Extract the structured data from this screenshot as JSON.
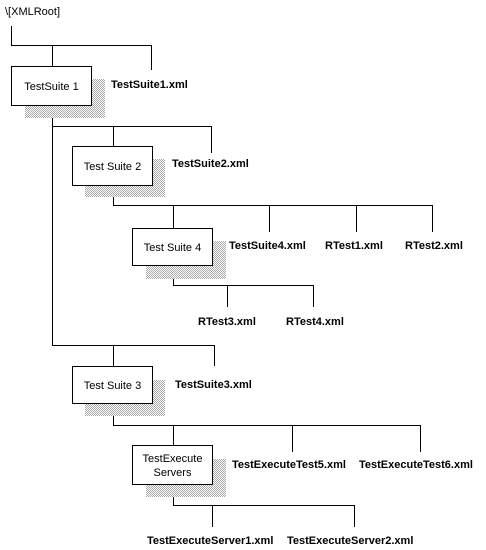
{
  "root": {
    "label": "\\[XMLRoot]"
  },
  "colors": {
    "line": "#000000",
    "box_fill": "#ffffff",
    "shadow": "#b8b8b8",
    "text": "#000000"
  },
  "nodes": [
    {
      "id": "testsuite-1",
      "lines": [
        "TestSuite  1"
      ]
    },
    {
      "id": "test-suite-2",
      "lines": [
        "Test Suite  2"
      ]
    },
    {
      "id": "test-suite-4",
      "lines": [
        "Test Suite  4"
      ]
    },
    {
      "id": "test-suite-3",
      "lines": [
        "Test Suite  3"
      ]
    },
    {
      "id": "testexecute-servers",
      "lines": [
        "TestExecute",
        "Servers"
      ]
    }
  ],
  "files": [
    {
      "id": "testsuite1-xml",
      "label": "TestSuite1.xml"
    },
    {
      "id": "testsuite2-xml",
      "label": "TestSuite2.xml"
    },
    {
      "id": "testsuite4-xml",
      "label": "TestSuite4.xml"
    },
    {
      "id": "rtest1-xml",
      "label": "RTest1.xml"
    },
    {
      "id": "rtest2-xml",
      "label": "RTest2.xml"
    },
    {
      "id": "rtest3-xml",
      "label": "RTest3.xml"
    },
    {
      "id": "rtest4-xml",
      "label": "RTest4.xml"
    },
    {
      "id": "testsuite3-xml",
      "label": "TestSuite3.xml"
    },
    {
      "id": "testexecutetest5-xml",
      "label": "TestExecuteTest5.xml"
    },
    {
      "id": "testexecutetest6-xml",
      "label": "TestExecuteTest6.xml"
    },
    {
      "id": "testexecuteserver1-xml",
      "label": "TestExecuteServer1.xml"
    },
    {
      "id": "testexecuteserver2-xml",
      "label": "TestExecuteServer2.xml"
    }
  ]
}
